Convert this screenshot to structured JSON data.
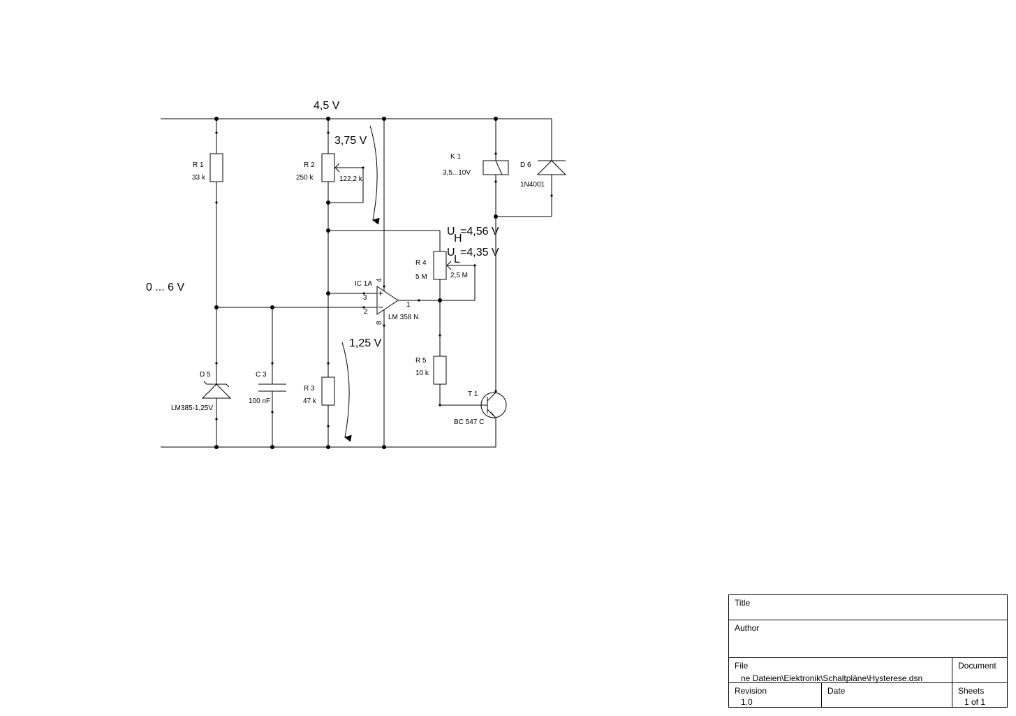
{
  "labels": {
    "supply_voltage": "4,5 V",
    "input_range": "0 ... 6 V",
    "voltage_r2": "3,75 V",
    "voltage_r3": "1,25 V",
    "uh_main": "U",
    "uh_sub": "H",
    "uh_value": "=4,56 V",
    "ul_main": "U",
    "ul_sub": "L",
    "ul_value": "=4,35 V"
  },
  "components": {
    "r1": {
      "ref": "R 1",
      "value": "33 k"
    },
    "r2": {
      "ref": "R 2",
      "value": "250 k",
      "wiper": "122,2 k"
    },
    "r3": {
      "ref": "R 3",
      "value": "47 k"
    },
    "r4": {
      "ref": "R 4",
      "value": "5 M",
      "wiper": "2,5 M"
    },
    "r5": {
      "ref": "R 5",
      "value": "10 k"
    },
    "c3": {
      "ref": "C 3",
      "value": "100 nF"
    },
    "d5": {
      "ref": "D 5",
      "value": "LM385-1,25V"
    },
    "d6": {
      "ref": "D 6",
      "value": "1N4001"
    },
    "k1": {
      "ref": "K 1",
      "value": "3,5...10V"
    },
    "t1": {
      "ref": "T 1",
      "value": "BC 547 C"
    },
    "ic1": {
      "ref": "IC 1A",
      "value": "LM 358 N",
      "pin_plus": "3",
      "pin_minus": "2",
      "pin_out": "1",
      "pin_vcc": "4",
      "pin_gnd": "8"
    }
  },
  "title_block": {
    "title_label": "Title",
    "title_value": "",
    "author_label": "Author",
    "author_value": "",
    "file_label": "File",
    "file_value": "ne Dateien\\Elektronik\\Schaltpläne\\Hysterese.dsn",
    "document_label": "Document",
    "document_value": "",
    "revision_label": "Revision",
    "revision_value": "1.0",
    "date_label": "Date",
    "date_value": "",
    "sheets_label": "Sheets",
    "sheets_value": "1 of 1"
  }
}
